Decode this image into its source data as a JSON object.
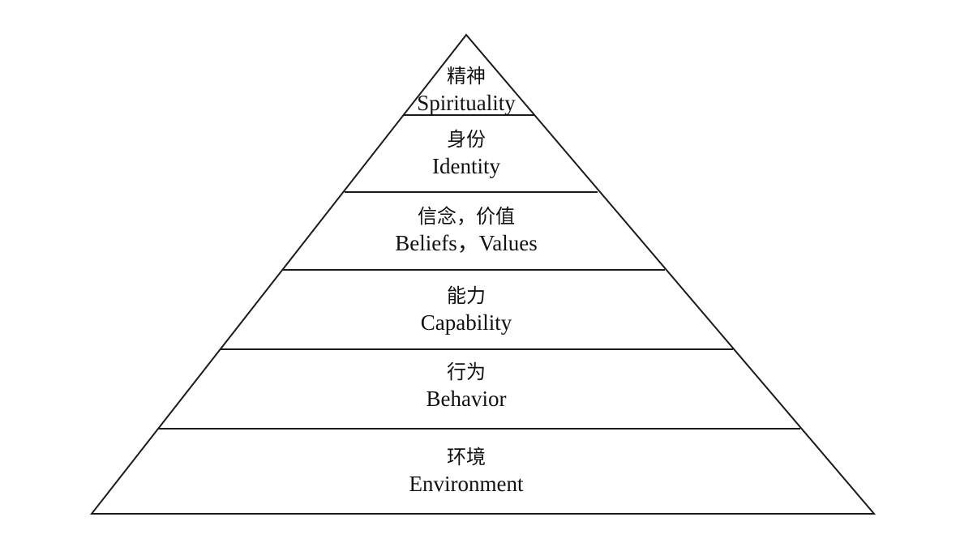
{
  "diagram": {
    "levels": [
      {
        "zh": "精神",
        "en": "Spirituality"
      },
      {
        "zh": "身份",
        "en": "Identity"
      },
      {
        "zh": "信念，价值",
        "en": "Beliefs，Values"
      },
      {
        "zh": "能力",
        "en": "Capability"
      },
      {
        "zh": "行为",
        "en": "Behavior"
      },
      {
        "zh": "环境",
        "en": "Environment"
      }
    ]
  }
}
